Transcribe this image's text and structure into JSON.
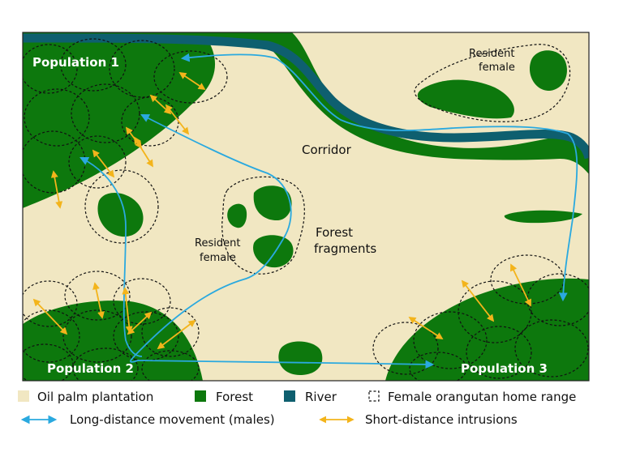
{
  "labels": {
    "population_1": "Population 1",
    "population_2": "Population 2",
    "population_3": "Population 3",
    "corridor": "Corridor",
    "forest_fragments_line1": "Forest",
    "forest_fragments_line2": "fragments",
    "resident_female_top_line1": "Resident",
    "resident_female_top_line2": "female",
    "resident_female_mid_line1": "Resident",
    "resident_female_mid_line2": "female"
  },
  "legend": {
    "oil_palm": "Oil palm plantation",
    "forest": "Forest",
    "river": "River",
    "home_range": "Female orangutan home range",
    "long_distance": "Long-distance movement (males)",
    "short_distance": "Short-distance intrusions"
  },
  "colors": {
    "plantation": "#f1e7c2",
    "forest": "#0d780d",
    "river": "#0e5f6f",
    "long_arrow": "#2aa9df",
    "short_arrow": "#f3b41b"
  }
}
